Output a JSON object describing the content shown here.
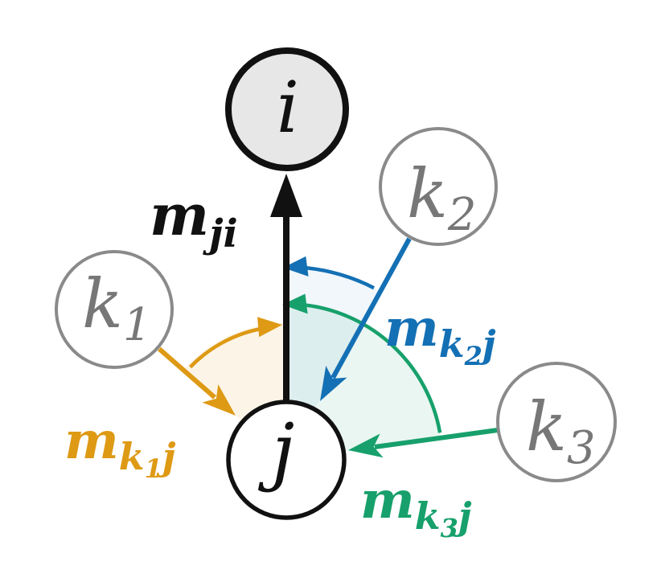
{
  "figure": {
    "type": "message-passing-graph-diagram"
  },
  "colors": {
    "black": "#111111",
    "orange": "#DE9A15",
    "blue": "#1470B4",
    "green": "#17A06B",
    "node_stroke_gray": "#8A8A8A",
    "node_label_gray": "#777777",
    "node_i_fill": "#E7E7E7",
    "orange_sector": "rgba(224,154,21,0.10)",
    "blue_sector": "rgba(20,112,180,0.06)",
    "green_sector": "rgba(23,160,107,0.09)"
  },
  "nodes": {
    "i": {
      "label": "i"
    },
    "j": {
      "label": "j"
    },
    "k1": {
      "base": "k",
      "sub": "1"
    },
    "k2": {
      "base": "k",
      "sub": "2"
    },
    "k3": {
      "base": "k",
      "sub": "3"
    }
  },
  "messages": {
    "ji": {
      "base": "m",
      "sub": "ji"
    },
    "k1j": {
      "base": "m",
      "sub_k": "k",
      "sub_index": "1",
      "sub_j": "j"
    },
    "k2j": {
      "base": "m",
      "sub_k": "k",
      "sub_index": "2",
      "sub_j": "j"
    },
    "k3j": {
      "base": "m",
      "sub_k": "k",
      "sub_index": "3",
      "sub_j": "j"
    }
  }
}
